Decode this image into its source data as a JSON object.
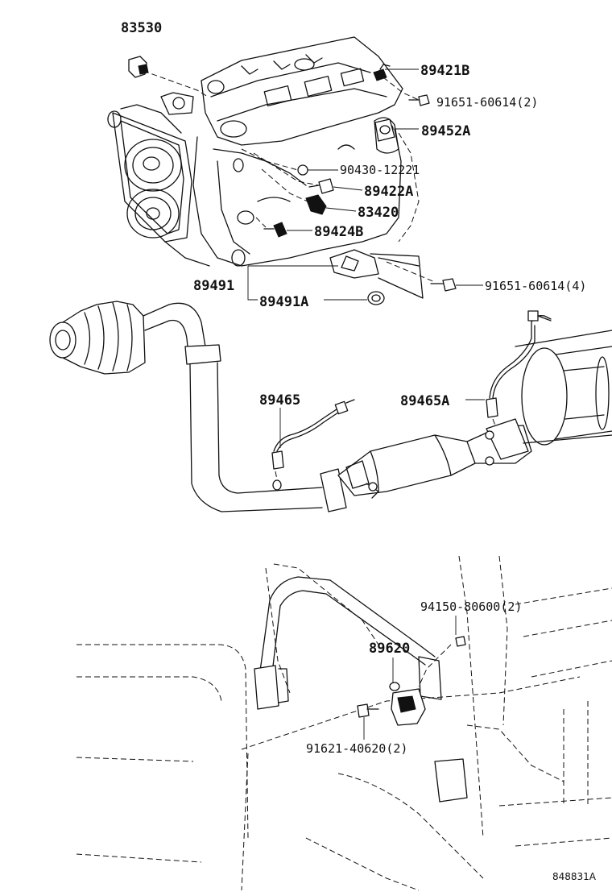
{
  "parts": {
    "p83530": "83530",
    "p89421B": "89421B",
    "p91651_2": "91651-60614(2)",
    "p89452A": "89452A",
    "p90430": "90430-12221",
    "p89422A": "89422A",
    "p83420": "83420",
    "p89424B": "89424B",
    "p89491": "89491",
    "p89491A": "89491A",
    "p91651_4": "91651-60614(4)",
    "p89465": "89465",
    "p89465A": "89465A",
    "p94150": "94150-80600(2)",
    "p89620": "89620",
    "p91621": "91621-40620(2)"
  },
  "figure_ref": "848831A"
}
